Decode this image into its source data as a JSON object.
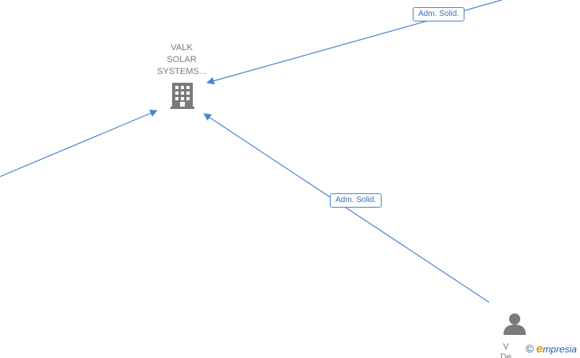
{
  "nodes": {
    "company": {
      "label": "VALK\nSOLAR\nSYSTEMS...",
      "icon": "building-icon"
    },
    "person": {
      "label": "V\nDe",
      "icon": "person-icon"
    }
  },
  "edges": [
    {
      "label": "Adm.\nSolid."
    },
    {
      "label": "Adm.\nSolid."
    }
  ],
  "watermark": {
    "copyright": "©",
    "brand_e": "e",
    "brand_rest": "mpresia"
  },
  "colors": {
    "edge": "#4a86cf",
    "node_icon": "#7a7a7a",
    "brand": "#1f5ea8",
    "brand_accent": "#f29100"
  }
}
